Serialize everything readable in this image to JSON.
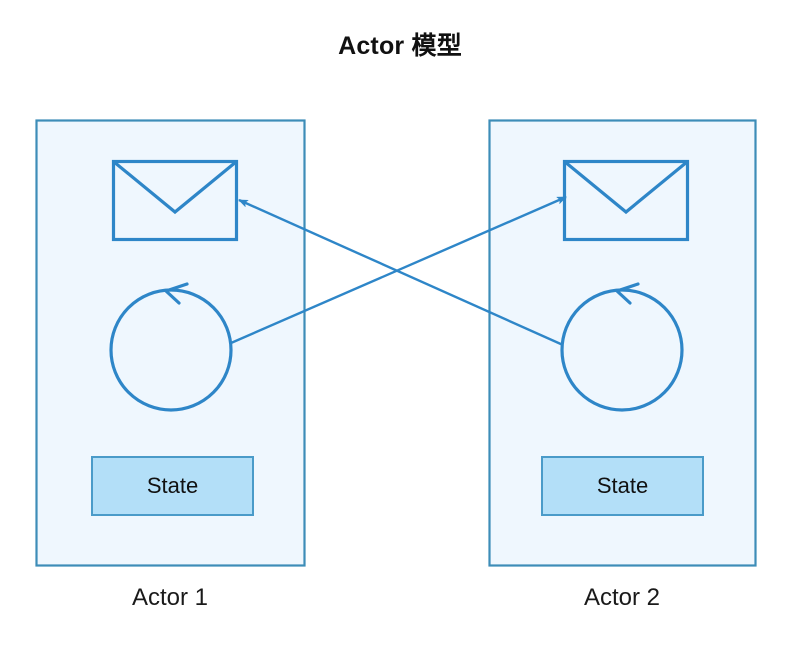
{
  "title": "Actor 模型",
  "colors": {
    "panel_fill": "#EFF7FE",
    "panel_stroke": "#3D8DB8",
    "state_fill": "#B3DFF8",
    "state_stroke": "#4A9BC9",
    "icon_stroke": "#2E86C8",
    "arrow_stroke": "#2E86C8",
    "text": "#111111",
    "background": "#FFFFFF"
  },
  "actors": [
    {
      "id": "actor-1",
      "caption": "Actor 1",
      "mailbox_icon": "envelope-icon",
      "behavior_icon": "loop-arrow-icon",
      "state_label": "State"
    },
    {
      "id": "actor-2",
      "caption": "Actor 2",
      "mailbox_icon": "envelope-icon",
      "behavior_icon": "loop-arrow-icon",
      "state_label": "State"
    }
  ],
  "messages": [
    {
      "id": "message-actor1-to-actor2",
      "from": "actor-1-behavior",
      "to": "actor-2-mailbox",
      "label": ""
    },
    {
      "id": "message-actor2-to-actor1",
      "from": "actor-2-behavior",
      "to": "actor-1-mailbox",
      "label": ""
    }
  ]
}
